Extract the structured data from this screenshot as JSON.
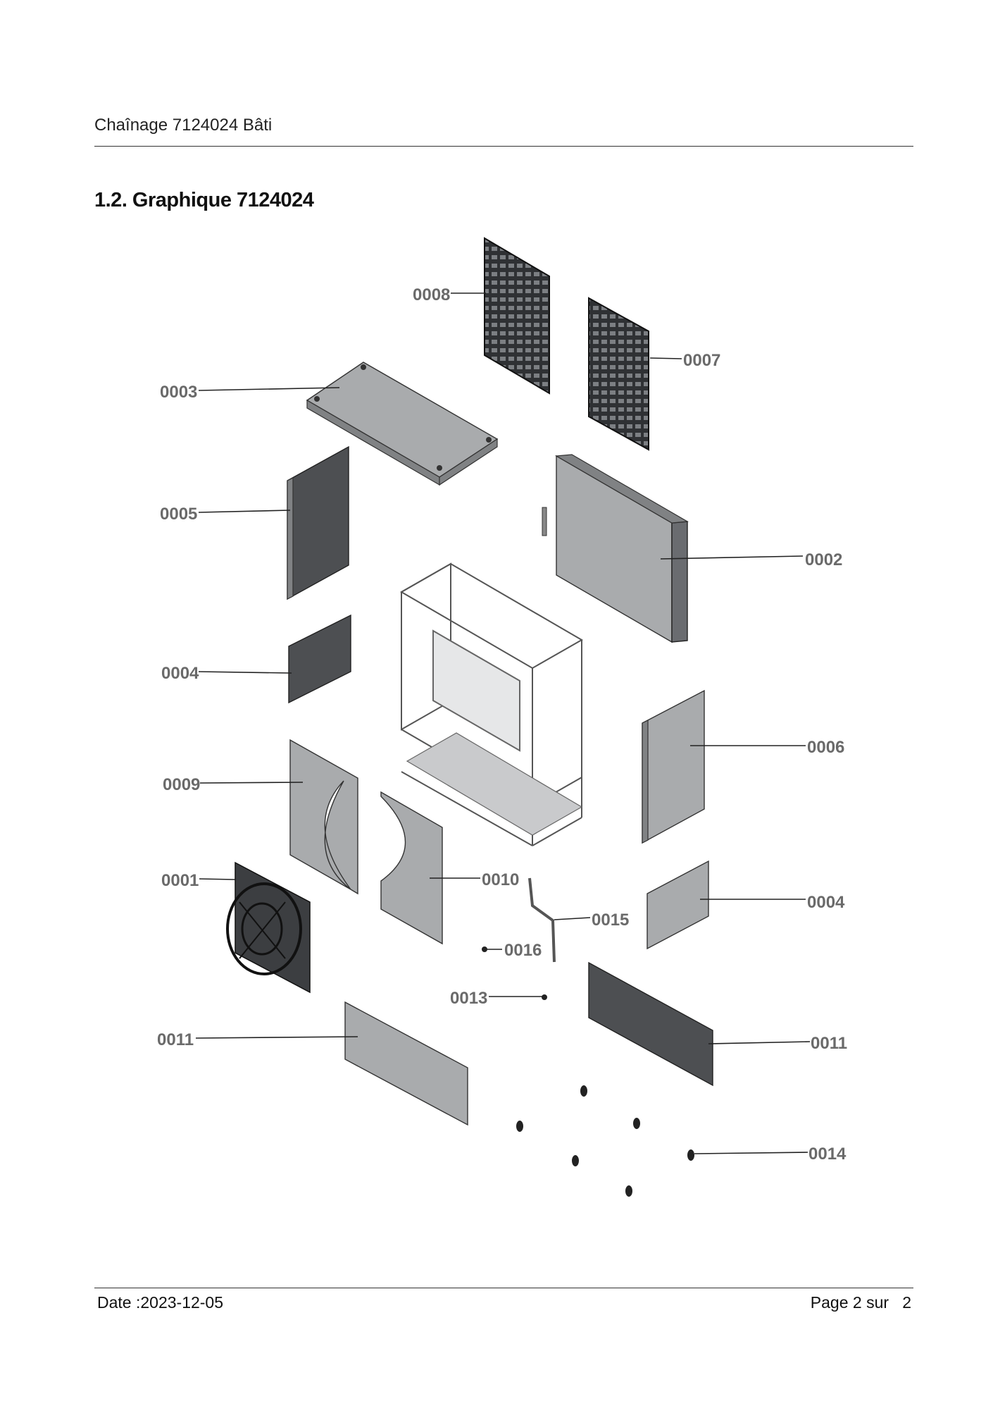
{
  "header": {
    "title": "Chaînage 7124024 Bâti"
  },
  "section": {
    "title": "1.2. Graphique 7124024"
  },
  "callouts": [
    {
      "id": "c0008",
      "label": "0008"
    },
    {
      "id": "c0007",
      "label": "0007"
    },
    {
      "id": "c0003",
      "label": "0003"
    },
    {
      "id": "c0005",
      "label": "0005"
    },
    {
      "id": "c0002",
      "label": "0002"
    },
    {
      "id": "c0004a",
      "label": "0004"
    },
    {
      "id": "c0006",
      "label": "0006"
    },
    {
      "id": "c0009",
      "label": "0009"
    },
    {
      "id": "c0001",
      "label": "0001"
    },
    {
      "id": "c0010",
      "label": "0010"
    },
    {
      "id": "c0015",
      "label": "0015"
    },
    {
      "id": "c0004b",
      "label": "0004"
    },
    {
      "id": "c0016",
      "label": "0016"
    },
    {
      "id": "c0013",
      "label": "0013"
    },
    {
      "id": "c0011a",
      "label": "0011"
    },
    {
      "id": "c0011b",
      "label": "0011"
    },
    {
      "id": "c0014",
      "label": "0014"
    }
  ],
  "footer": {
    "date": "Date :2023-12-05",
    "page": "Page 2 sur   2"
  }
}
